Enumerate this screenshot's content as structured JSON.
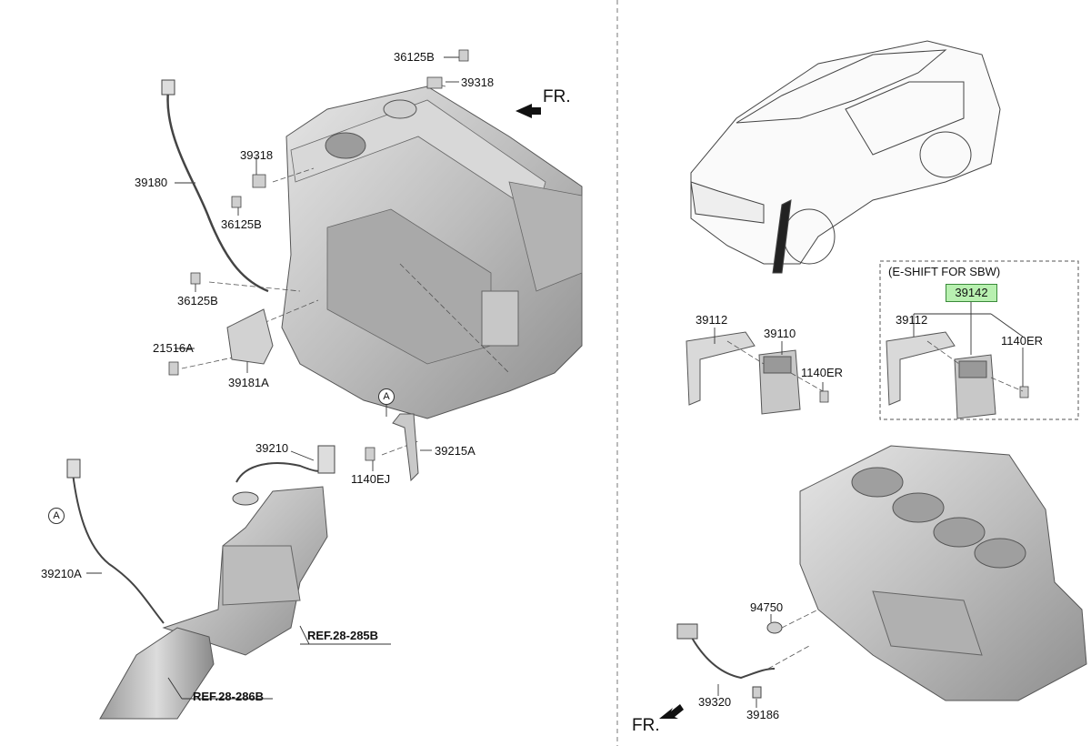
{
  "labels": {
    "p36125B_top": "36125B",
    "p39318_top": "39318",
    "p39180": "39180",
    "p39318_mid": "39318",
    "p36125B_mid": "36125B",
    "p36125B_low": "36125B",
    "p21516A": "21516A",
    "p39181A": "39181A",
    "pA_top": "A",
    "p39215A": "39215A",
    "p1140EJ": "1140EJ",
    "p39210": "39210",
    "pA_left": "A",
    "p39210A": "39210A",
    "ref285": "REF.28-285B",
    "ref286": "REF.28-286B",
    "fr_top": "FR.",
    "fr_bottom": "FR.",
    "eshift": "(E-SHIFT FOR SBW)",
    "p39142": "39142",
    "p39112_left": "39112",
    "p39110": "39110",
    "p1140ER_left": "1140ER",
    "p39112_right": "39112",
    "p1140ER_right": "1140ER",
    "p94750": "94750",
    "p39320": "39320",
    "p39186": "39186"
  }
}
